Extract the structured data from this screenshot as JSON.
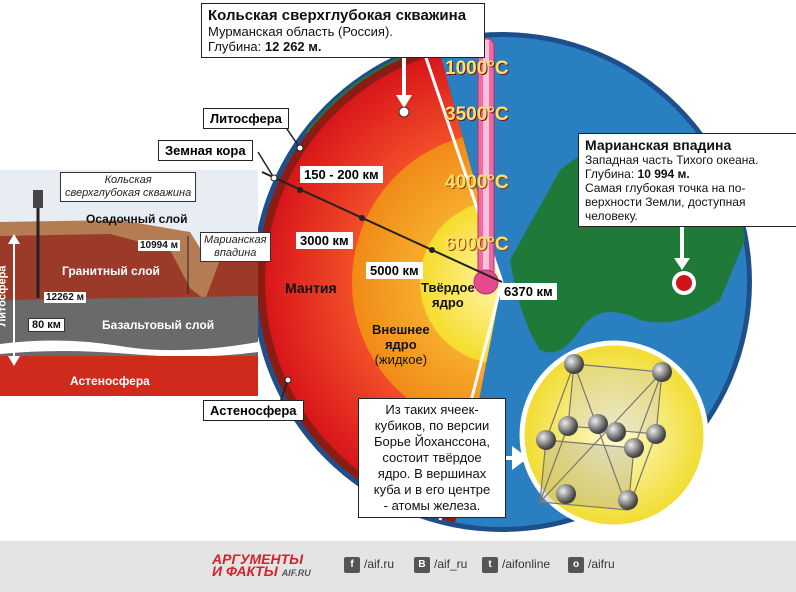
{
  "kola_box": {
    "title": "Кольская сверхглубокая скважина",
    "line1": "Мурманская область (Россия).",
    "depth_label": "Глубина: ",
    "depth_value": "12 262 м."
  },
  "mariana_box": {
    "title": "Марианская впадина",
    "line1": "Западная часть Тихого океана.",
    "depth_label": "Глубина: ",
    "depth_value": "10 994 м.",
    "line3": "Самая глубокая точка на по-",
    "line4": "верхности Земли, доступная",
    "line5": "человеку."
  },
  "labels": {
    "lithosphere": "Литосфера",
    "crust": "Земная кора",
    "asthenosphere": "Астеносфера",
    "mantle": "Мантия",
    "outer_core_1": "Внешнее",
    "outer_core_2": "ядро",
    "outer_core_3": "(жидкое)",
    "inner_core_1": "Твёрдое",
    "inner_core_2": "ядро"
  },
  "distances": {
    "d1": "150 - 200 км",
    "d2": "3000 км",
    "d3": "5000 км",
    "d4": "6370 км"
  },
  "temperatures": {
    "t1": "1000°C",
    "t2": "3500°C",
    "t3": "4000°C",
    "t4": "6000°C"
  },
  "cross_section": {
    "kola_label_1": "Кольская",
    "kola_label_2": "сверхглубокая скважина",
    "sediment": "Осадочный слой",
    "granite": "Гранитный слой",
    "basalt": "Базальтовый слой",
    "asthenosphere": "Астеносфера",
    "lithosphere_vertical": "Литосфера",
    "mariana_1": "Марианская",
    "mariana_2": "впадина",
    "depth_mariana": "10994 м",
    "depth_kola": "12262 м",
    "thickness": "80 км"
  },
  "crystal_box": {
    "line1": "Из таких ячеек-",
    "line2": "кубиков, по версии",
    "line3": "Борье Йохансcона,",
    "line4": "состоит твёрдое",
    "line5": "ядро. В вершинах",
    "line6": "куба и в его центре",
    "line7": "- атомы железа."
  },
  "footer": {
    "logo_1": "АРГУМЕНТЫ",
    "logo_2": "И ФАКТЫ",
    "logo_3": "AIF.RU",
    "facebook": "/aif.ru",
    "vk": "/aif_ru",
    "twitter": "/aifonline",
    "ok": "/aifru"
  },
  "colors": {
    "ocean": "#2a7fc0",
    "land": "#1f7a3a",
    "mantle": "#e8251f",
    "outer_core": "#f49a1a",
    "inner_core": "#f7e23a",
    "crust_stripe": "#8a1c14",
    "thermometer": "#f06aa0",
    "logo_red": "#d3232a"
  }
}
